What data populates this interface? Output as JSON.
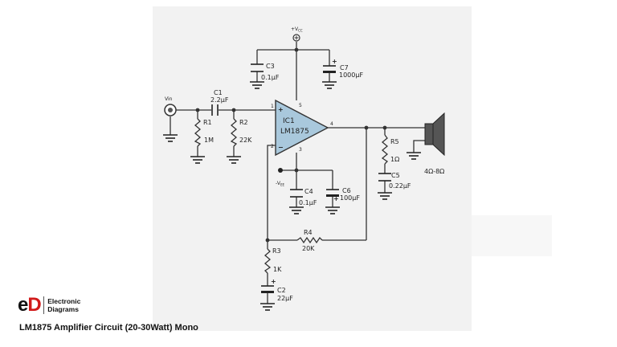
{
  "caption": "LM1875 Amplifier Circuit (20-30Watt) Mono",
  "logo": {
    "mark_e": "e",
    "mark_d": "D",
    "line1": "Electronic",
    "line2": "Diagrams",
    "accent_color": "#d11a1a"
  },
  "schematic": {
    "ic": {
      "name": "IC1",
      "part": "LM1875",
      "fill_color": "#a9c8dc"
    },
    "supply": {
      "vcc_plus": "+",
      "vcc_v": "V",
      "vcc_sub": "CC",
      "vee_minus": "-",
      "vee_v": "V",
      "vee_sub": "EE"
    },
    "input_label": "Vin",
    "pins": {
      "p1": "1",
      "p2": "2",
      "p3": "3",
      "p4": "4",
      "p5": "5"
    },
    "plus_sign": "+",
    "minus_sign": "−",
    "components": {
      "c1": {
        "ref": "C1",
        "value": "2.2μF"
      },
      "r1": {
        "ref": "R1",
        "value": "1M"
      },
      "r2": {
        "ref": "R2",
        "value": "22K"
      },
      "c3": {
        "ref": "C3",
        "value": "0.1μF"
      },
      "c7": {
        "ref": "C7",
        "value": "1000μF"
      },
      "c4": {
        "ref": "C4",
        "value": "0.1μF"
      },
      "c6": {
        "ref": "C6",
        "value": "100μF"
      },
      "r5": {
        "ref": "R5",
        "value": "1Ω"
      },
      "c5": {
        "ref": "C5",
        "value": "0.22μF"
      },
      "r4": {
        "ref": "R4",
        "value": "20K"
      },
      "r3": {
        "ref": "R3",
        "value": "1K"
      },
      "c2": {
        "ref": "C2",
        "value": "22μF"
      },
      "speaker": {
        "value": "4Ω-8Ω"
      }
    }
  }
}
